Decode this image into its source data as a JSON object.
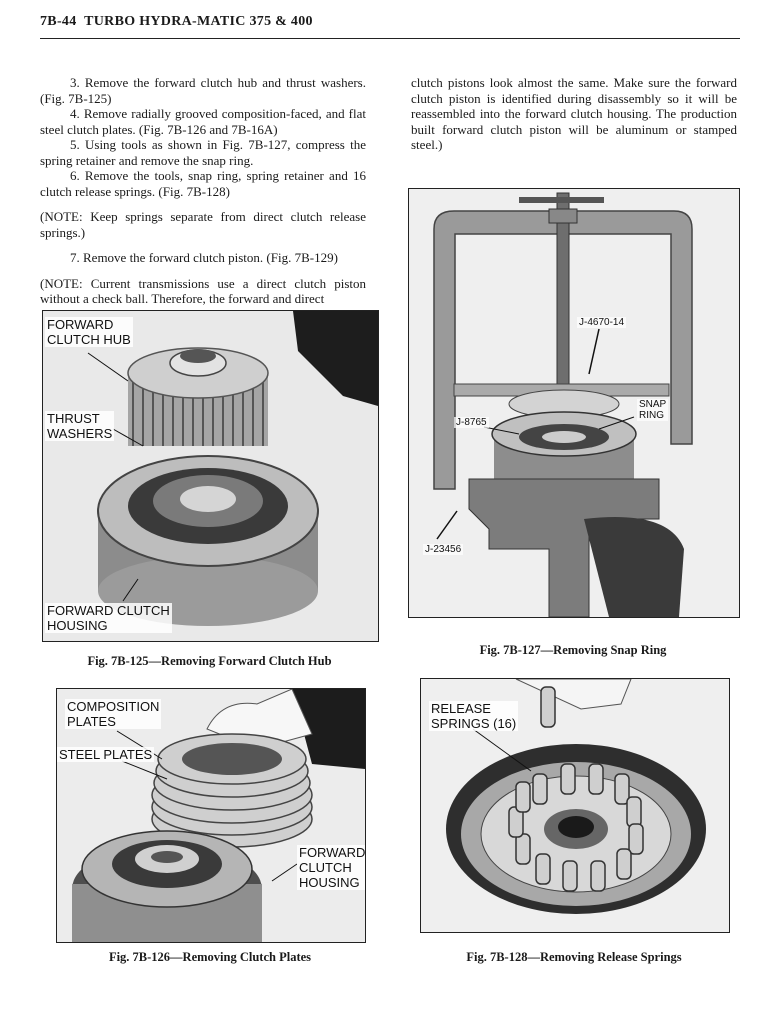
{
  "header": {
    "page_number": "7B-44",
    "title": "TURBO HYDRA-MATIC 375 & 400"
  },
  "left_column": {
    "paragraphs": [
      "3. Remove the forward clutch hub and thrust washers. (Fig. 7B-125)",
      "4. Remove radially grooved composition-faced, and flat steel clutch plates. (Fig. 7B-126 and 7B-16A)",
      "5. Using tools as shown in Fig. 7B-127, compress the spring retainer and remove the snap ring.",
      "6. Remove the tools, snap ring, spring retainer and 16 clutch release springs. (Fig. 7B-128)"
    ],
    "note1": "(NOTE: Keep springs separate from direct clutch release springs.)",
    "step7": "7. Remove the forward clutch piston. (Fig. 7B-129)",
    "note2": "(NOTE: Current transmissions use a direct clutch piston without a check ball. Therefore, the forward and direct"
  },
  "right_column": {
    "text": "clutch pistons look almost the same. Make sure the forward clutch piston is identified during disassembly so it will be reassembled into the forward clutch housing. The production built forward clutch piston will be aluminum or stamped steel.)"
  },
  "figures": {
    "fig125": {
      "caption": "Fig. 7B-125—Removing Forward Clutch Hub",
      "labels": {
        "hub": "FORWARD\nCLUTCH HUB",
        "washers": "THRUST\nWASHERS",
        "housing": "FORWARD CLUTCH\nHOUSING"
      }
    },
    "fig126": {
      "caption": "Fig. 7B-126—Removing Clutch Plates",
      "labels": {
        "composition": "COMPOSITION\nPLATES",
        "steel": "STEEL PLATES",
        "housing": "FORWARD\nCLUTCH\nHOUSING"
      }
    },
    "fig127": {
      "caption": "Fig. 7B-127—Removing Snap Ring",
      "labels": {
        "tool1": "J-4670-14",
        "tool2": "J-8765",
        "snap": "SNAP\nRING",
        "tool3": "J-23456"
      }
    },
    "fig128": {
      "caption": "Fig. 7B-128—Removing Release Springs",
      "labels": {
        "springs": "RELEASE\nSPRINGS (16)"
      }
    }
  }
}
